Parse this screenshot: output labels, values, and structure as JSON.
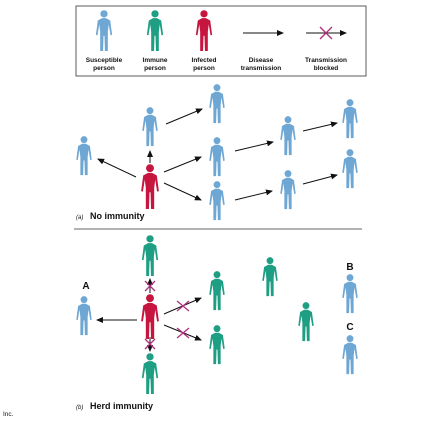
{
  "legend": {
    "items": [
      {
        "label1": "Susceptible",
        "label2": "person",
        "kind": "susceptible"
      },
      {
        "label1": "Immune",
        "label2": "person",
        "kind": "immune"
      },
      {
        "label1": "Infected",
        "label2": "person",
        "kind": "infected"
      },
      {
        "label1": "Disease",
        "label2": "transmission",
        "kind": "arrow"
      },
      {
        "label1": "Transmission",
        "label2": "blocked",
        "kind": "blocked"
      }
    ]
  },
  "panel_a": {
    "letter": "(a)",
    "title": "No immunity"
  },
  "panel_b": {
    "letter": "(b)",
    "title": "Herd immunity",
    "label_A": "A",
    "label_B": "B",
    "label_C": "C"
  },
  "credit": "Inc.",
  "colors": {
    "susceptible": "#6fa7d4",
    "immune": "#1e9e82",
    "infected": "#c6153f",
    "blocked": "#b0307f"
  }
}
